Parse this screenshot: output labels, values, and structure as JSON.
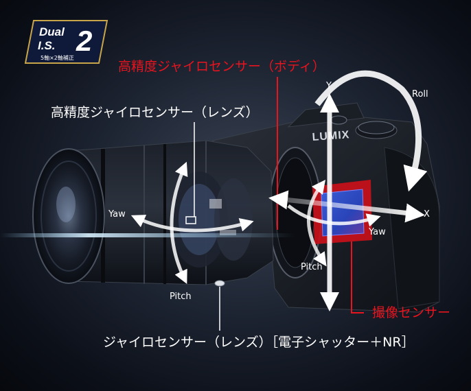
{
  "badge": {
    "line1": "Dual",
    "line2": "I.S.",
    "number": "2",
    "sub": "5軸×2軸補正"
  },
  "brand": "LUMIX",
  "labels": {
    "gyro_body": "高精度ジャイロセンサー（ボディ）",
    "gyro_lens": "高精度ジャイロセンサー（レンズ）",
    "gyro_lens_shutter": "ジャイロセンサー（レンズ）［電子シャッター＋NR］",
    "image_sensor": "撮像センサー"
  },
  "axes": {
    "lens_yaw": "Yaw",
    "lens_pitch": "Pitch",
    "body_y": "Y",
    "body_roll": "Roll",
    "body_x": "X",
    "body_yaw": "Yaw",
    "body_pitch": "Pitch"
  },
  "colors": {
    "accent_red": "#e8141e",
    "text_white": "#ffffff",
    "badge_gold": "#c9a54a"
  }
}
